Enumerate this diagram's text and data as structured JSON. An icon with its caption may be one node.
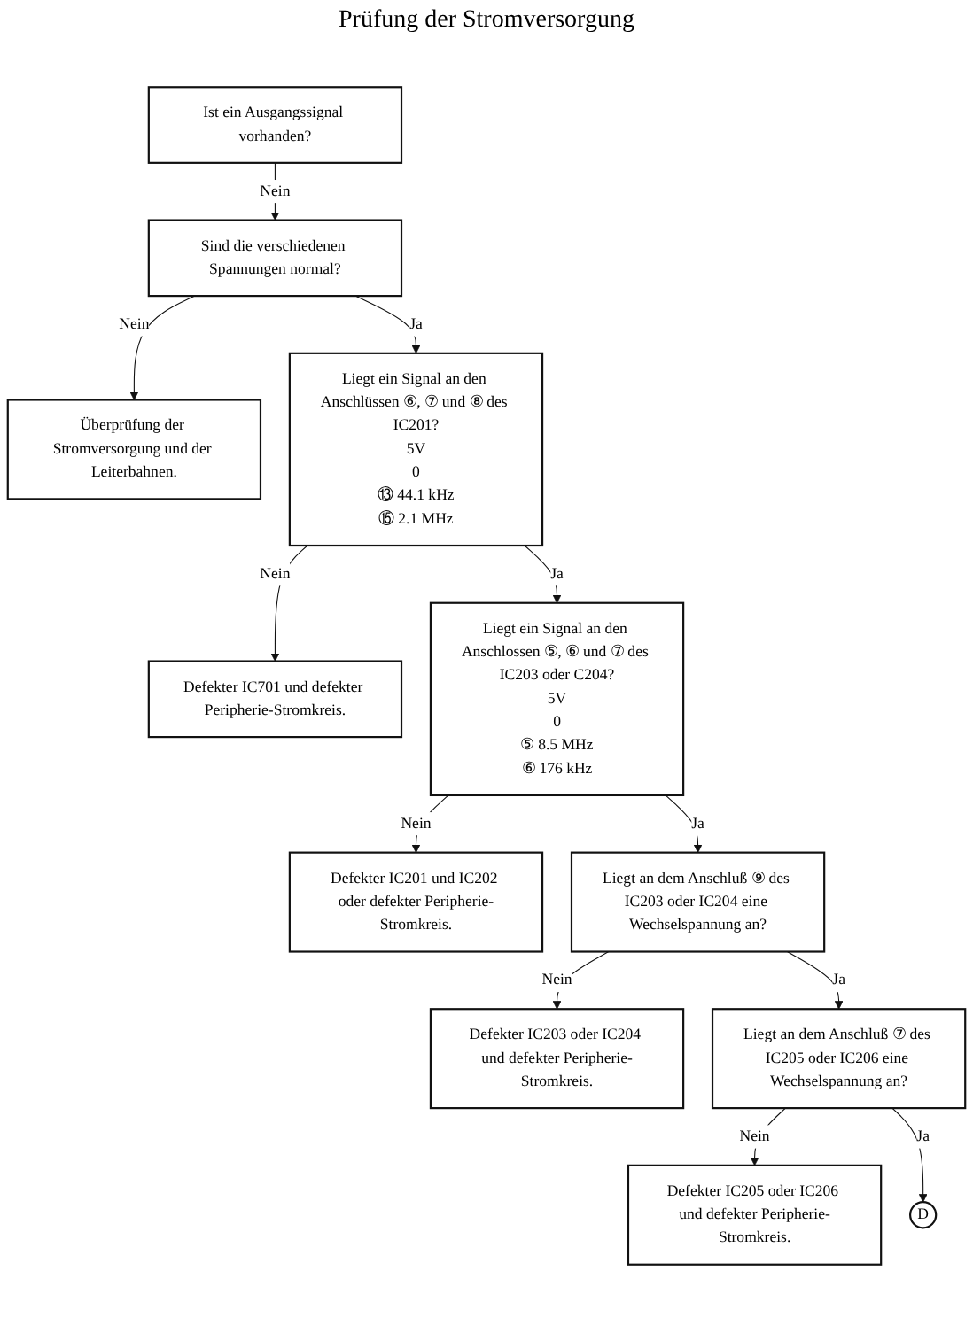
{
  "diagram": {
    "title": "Prüfung der Stromversorgung",
    "nodes": [
      {
        "text": [
          "Ist ein Ausgangssignal vorhanden?"
        ]
      },
      {
        "text": [
          "Sind die verschiedenen Spannungen normal?"
        ]
      },
      {
        "text": [
          "Überprüfung der Stromversorgung und der Leiterbahnen."
        ]
      },
      {
        "text": [
          "Liegt ein Signal an den Anschlüssen ⑥, ⑦ und ⑧ des IC201?",
          "5V",
          "0",
          "⑬ 44.1 kHz",
          "⑮ 2.1 MHz"
        ]
      },
      {
        "text": [
          "Defekter IC701 und defekter Peripherie-Stromkreis."
        ]
      },
      {
        "text": [
          "Liegt ein Signal an den Anschlossen ⑤, ⑥ und ⑦ des IC203 oder C204?",
          "5V",
          "0",
          "⑤ 8.5 MHz",
          "⑥ 176 kHz"
        ]
      },
      {
        "text": [
          "Defekter IC201 und IC202 oder defekter Peripherie-Stromkreis."
        ]
      },
      {
        "text": [
          "Liegt an dem Anschluß ⑨ des IC203 oder IC204 eine Wechselspannung an?"
        ]
      },
      {
        "text": [
          "Defekter IC203 oder IC204 und defekter Peripherie-Stromkreis."
        ]
      },
      {
        "text": [
          "Liegt an dem Anschluß ⑦ des IC205 oder IC206 eine Wechselspannung an?"
        ]
      },
      {
        "text": [
          "Defekter IC205 oder IC206 und defekter Peripherie-Stromkreis."
        ]
      },
      {
        "text": [
          "D"
        ]
      }
    ],
    "edges": [
      {
        "from": 0,
        "to": 1,
        "arrow": "to",
        "label": "Nein"
      },
      {
        "from": 1,
        "to": 2,
        "arrow": "to",
        "label": "Nein"
      },
      {
        "from": 1,
        "to": 3,
        "arrow": "to",
        "label": "Ja"
      },
      {
        "from": 3,
        "to": 4,
        "arrow": "to",
        "label": "Nein"
      },
      {
        "from": 3,
        "to": 5,
        "arrow": "to",
        "label": "Ja"
      },
      {
        "from": 5,
        "to": 6,
        "arrow": "to",
        "label": "Nein"
      },
      {
        "from": 5,
        "to": 7,
        "arrow": "to",
        "label": "Ja"
      },
      {
        "from": 7,
        "to": 8,
        "arrow": "to",
        "label": "Nein"
      },
      {
        "from": 7,
        "to": 9,
        "arrow": "to",
        "label": "Ja"
      },
      {
        "from": 9,
        "to": 10,
        "arrow": "to",
        "label": "Nein"
      },
      {
        "from": 9,
        "to": 11,
        "arrow": "to",
        "label": "Ja"
      }
    ]
  }
}
